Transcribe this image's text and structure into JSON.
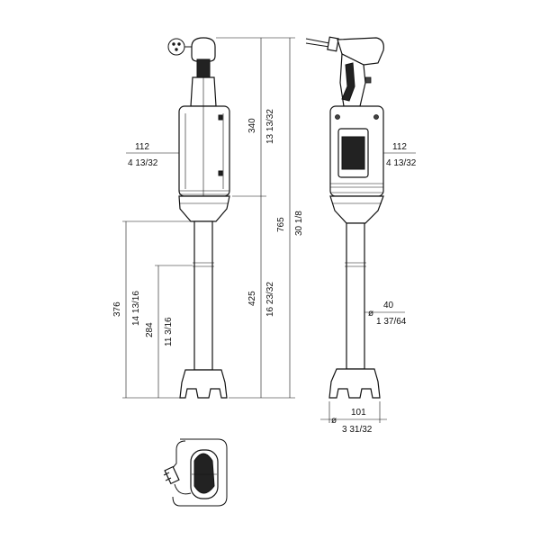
{
  "dimensions": {
    "width_top": {
      "mm": "112",
      "in": "4 13/32"
    },
    "width_side": {
      "mm": "112",
      "in": "4 13/32"
    },
    "motor_height": {
      "mm": "340",
      "in": "13 13/32"
    },
    "total_length": {
      "mm": "765",
      "in": "30 1/8"
    },
    "shaft_length": {
      "mm": "425",
      "in": "16 23/32"
    },
    "immersion_max": {
      "mm": "376",
      "in": "14 13/16"
    },
    "immersion_min": {
      "mm": "284",
      "in": "11 3/16"
    },
    "shaft_diameter": {
      "symbol": "ø",
      "mm": "40",
      "in": "1 37/64"
    },
    "bell_diameter": {
      "symbol": "ø",
      "mm": "101",
      "in": "3 31/32"
    }
  },
  "colors": {
    "line": "#111111",
    "background": "#ffffff",
    "fill_dark": "#222222"
  },
  "icons": [
    "plug-icon",
    "wall-bracket-icon"
  ]
}
